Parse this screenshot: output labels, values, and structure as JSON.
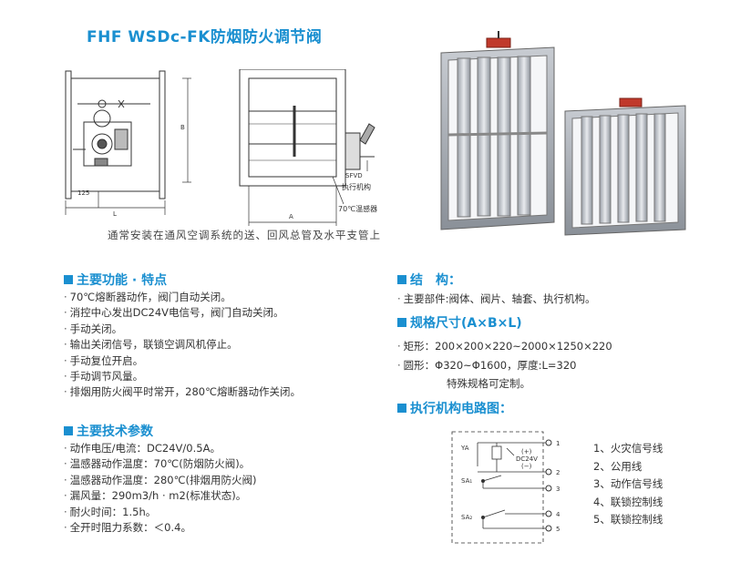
{
  "title": "FHF WSDc-FK防烟防火调节阀",
  "drawings": {
    "left_labels": {
      "dim_125": "125",
      "dim_L": "L",
      "dim_B": "B"
    },
    "mid_labels": {
      "dim_A": "A",
      "sfvd": "SFVD",
      "actuator": "执行机构",
      "temp_sensor": "70℃温感器"
    }
  },
  "caption": "通常安装在通风空调系统的送、回风总管及水平支管上",
  "features": {
    "heading": "主要功能 · 特点",
    "items": [
      "70℃熔断器动作，阀门自动关闭。",
      "消控中心发出DC24V电信号，阀门自动关闭。",
      "手动关闭。",
      "输出关闭信号，联锁空调风机停止。",
      "手动复位开启。",
      "手动调节风量。",
      "排烟用防火阀平时常开，280℃熔断器动作关闭。"
    ]
  },
  "tech": {
    "heading": "主要技术参数",
    "items": [
      "动作电压/电流：DC24V/0.5A。",
      "温感器动作温度：70℃(防烟防火阀)。",
      "温感器动作温度：280℃(排烟用防火阀)",
      "漏风量：290m3/h · m2(标准状态)。",
      "耐火时间：1.5h。",
      "全开时阻力系数：＜0.4。"
    ]
  },
  "structure": {
    "heading": "结　构：",
    "items": [
      "主要部件:阀体、阀片、轴套、执行机构。"
    ]
  },
  "spec": {
    "heading": "规格尺寸(A×B×L)",
    "items": [
      "矩形：200×200×220~2000×1250×220",
      "圆形：Φ320~Φ1600，厚度:L=320"
    ],
    "note": "特殊规格可定制。"
  },
  "circuit": {
    "heading": "执行机构电路图：",
    "labels": {
      "ya": "YA",
      "dc": "DC24V",
      "plus": "(+)",
      "minus": "(−)",
      "sa1": "SA₁",
      "sa2": "SA₂",
      "n1": "1",
      "n2": "2",
      "n3": "3",
      "n4": "4",
      "n5": "5"
    },
    "legend": [
      "1、火灾信号线",
      "2、公用线",
      "3、动作信号线",
      "4、联锁控制线",
      "5、联锁控制线"
    ]
  }
}
